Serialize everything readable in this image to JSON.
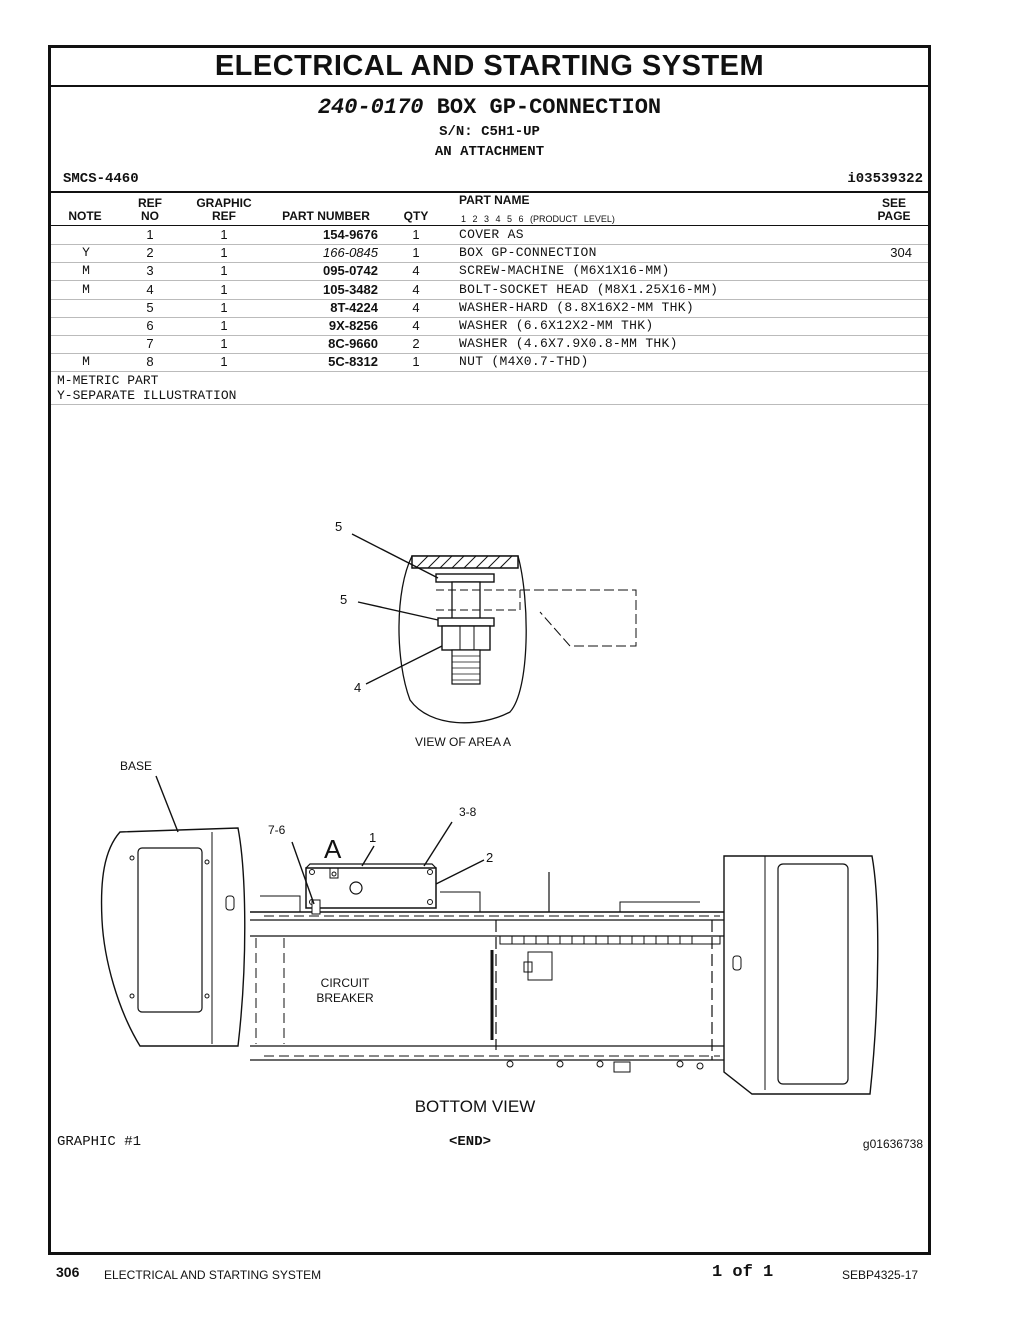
{
  "header": {
    "section_title": "ELECTRICAL AND STARTING SYSTEM",
    "group_part_number": "240-0170",
    "group_name": "BOX GP-CONNECTION",
    "serial": "S/N: C5H1-UP",
    "attachment": "AN ATTACHMENT",
    "smcs": "SMCS-4460",
    "doc_id": "i03539322"
  },
  "columns": {
    "note": "NOTE",
    "ref_no_1": "REF",
    "ref_no_2": "NO",
    "graphic_ref_1": "GRAPHIC",
    "graphic_ref_2": "REF",
    "part_number": "PART NUMBER",
    "qty": "QTY",
    "part_name": "PART NAME",
    "product_level": "1 2 3 4 5 6 (PRODUCT LEVEL)",
    "see_page_1": "SEE",
    "see_page_2": "PAGE"
  },
  "parts": [
    {
      "note": "",
      "ref": "1",
      "graphic": "1",
      "part": "154-9676",
      "qty": "1",
      "name": "COVER AS",
      "see": ""
    },
    {
      "note": "Y",
      "ref": "2",
      "graphic": "1",
      "part": "166-0845",
      "qty": "1",
      "name": "BOX GP-CONNECTION",
      "see": "304"
    },
    {
      "note": "M",
      "ref": "3",
      "graphic": "1",
      "part": "095-0742",
      "qty": "4",
      "name": "SCREW-MACHINE (M6X1X16-MM)",
      "see": ""
    },
    {
      "note": "M",
      "ref": "4",
      "graphic": "1",
      "part": "105-3482",
      "qty": "4",
      "name": "BOLT-SOCKET HEAD (M8X1.25X16-MM)",
      "see": ""
    },
    {
      "note": "",
      "ref": "5",
      "graphic": "1",
      "part": "8T-4224",
      "qty": "4",
      "name": "WASHER-HARD (8.8X16X2-MM THK)",
      "see": ""
    },
    {
      "note": "",
      "ref": "6",
      "graphic": "1",
      "part": "9X-8256",
      "qty": "4",
      "name": "WASHER (6.6X12X2-MM THK)",
      "see": ""
    },
    {
      "note": "",
      "ref": "7",
      "graphic": "1",
      "part": "8C-9660",
      "qty": "2",
      "name": "WASHER (4.6X7.9X0.8-MM THK)",
      "see": ""
    },
    {
      "note": "M",
      "ref": "8",
      "graphic": "1",
      "part": "5C-8312",
      "qty": "1",
      "name": "NUT (M4X0.7-THD)",
      "see": ""
    }
  ],
  "legend": {
    "metric": "M-METRIC PART",
    "separate": "Y-SEPARATE ILLUSTRATION"
  },
  "illustration": {
    "callout_5a": "5",
    "callout_5b": "5",
    "callout_4": "4",
    "view_area": "VIEW OF AREA A",
    "base": "BASE",
    "callout_76": "7-6",
    "callout_a": "A",
    "callout_1": "1",
    "callout_38": "3-8",
    "callout_2": "2",
    "circuit_1": "CIRCUIT",
    "circuit_2": "BREAKER",
    "bottom_view": "BOTTOM VIEW"
  },
  "graphic_bar": {
    "graphic": "GRAPHIC #1",
    "end": "<END>",
    "graphic_id": "g01636738"
  },
  "footer": {
    "page": "306",
    "section": "ELECTRICAL AND STARTING SYSTEM",
    "pages": "1 of 1",
    "doc": "SEBP4325-17"
  }
}
